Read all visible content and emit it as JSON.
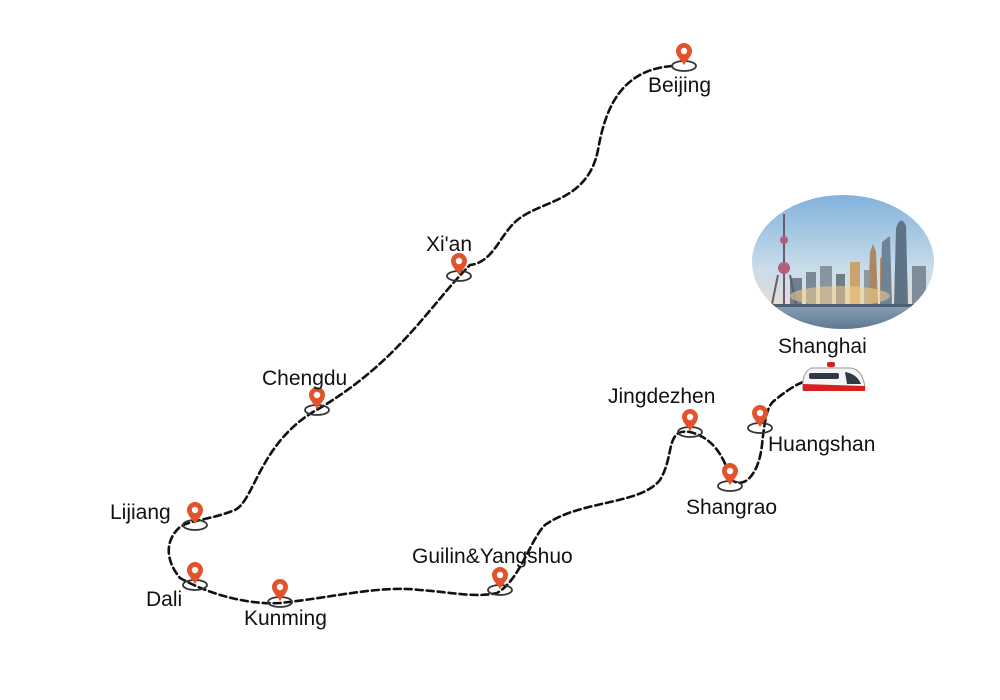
{
  "colors": {
    "route": "#111111",
    "pin": "#e2522b",
    "pin_ring": "#333333",
    "background": "#ffffff"
  },
  "cities": [
    {
      "id": "beijing",
      "label": "Beijing"
    },
    {
      "id": "xian",
      "label": "Xi'an"
    },
    {
      "id": "chengdu",
      "label": "Chengdu"
    },
    {
      "id": "lijiang",
      "label": "Lijiang"
    },
    {
      "id": "dali",
      "label": "Dali"
    },
    {
      "id": "kunming",
      "label": "Kunming"
    },
    {
      "id": "guilin",
      "label": "Guilin&Yangshuo"
    },
    {
      "id": "jingdezhen",
      "label": "Jingdezhen"
    },
    {
      "id": "shangrao",
      "label": "Shangrao"
    },
    {
      "id": "huangshan",
      "label": "Huangshan"
    },
    {
      "id": "shanghai",
      "label": "Shanghai"
    }
  ],
  "icons": {
    "pin": "map-pin-icon",
    "train": "train-icon",
    "skyline": "shanghai-skyline-photo"
  }
}
